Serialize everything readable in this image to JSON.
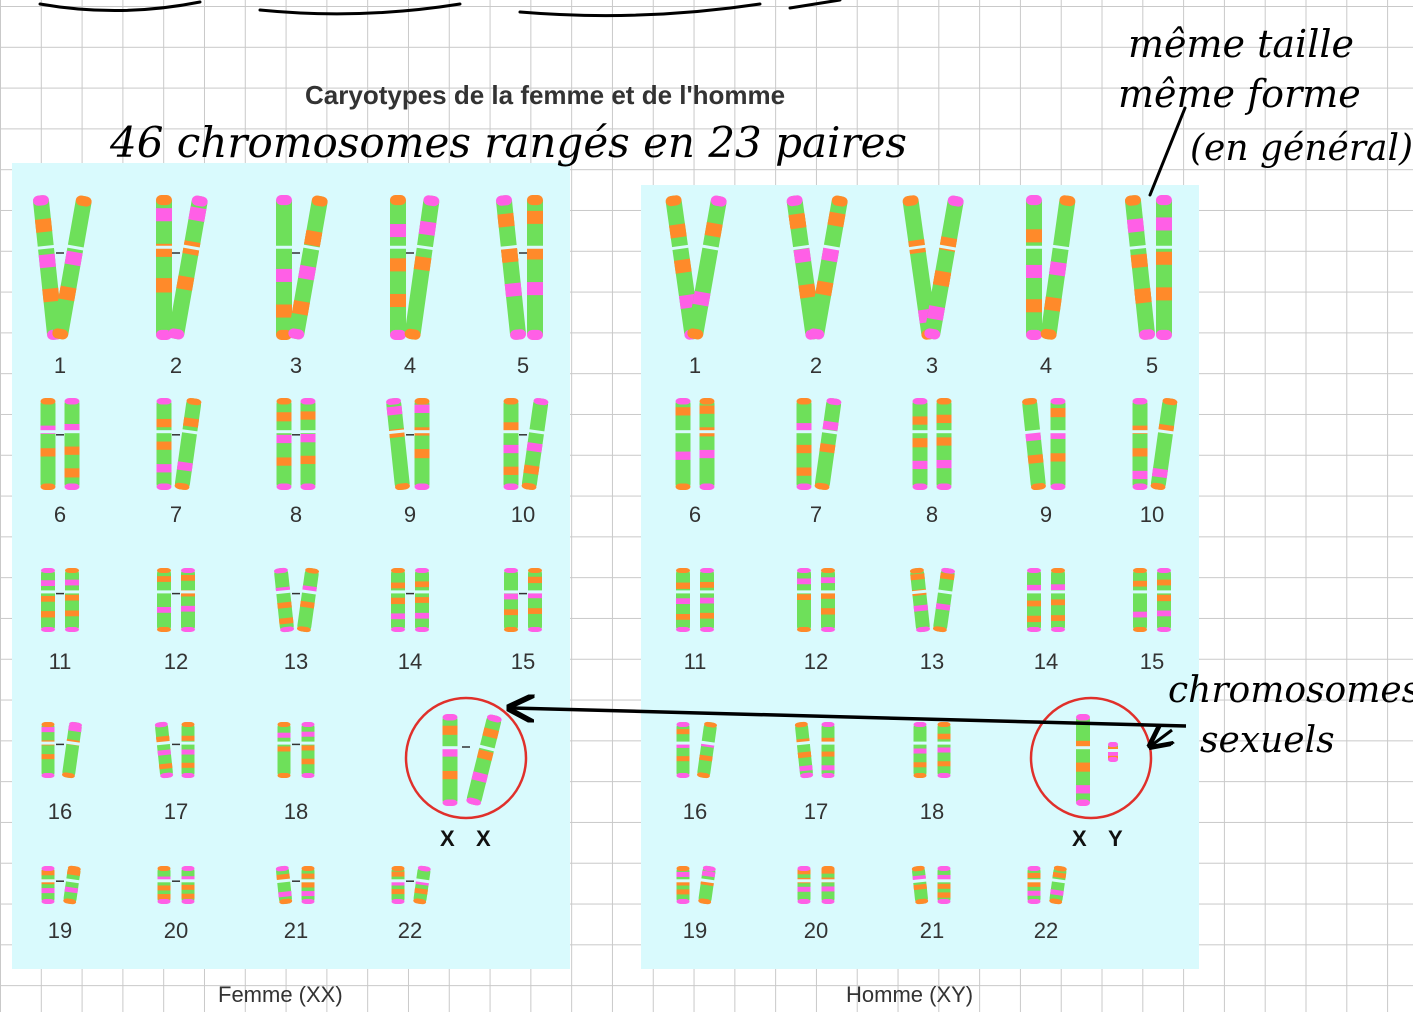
{
  "header": {
    "title": "Caryotypes de la femme et de l'homme"
  },
  "annotations": {
    "main_note": "46 chromosomes rangés en 23 paires",
    "note_right": [
      "même taille",
      "même forme",
      "(en général)"
    ],
    "sex_note": [
      "chromosomes",
      "sexuels"
    ]
  },
  "karyotypes": [
    {
      "id": "femme",
      "caption": "Femme (XX)",
      "pair_numbers": [
        "1",
        "2",
        "3",
        "4",
        "5",
        "6",
        "7",
        "8",
        "9",
        "10",
        "11",
        "12",
        "13",
        "14",
        "15",
        "16",
        "17",
        "18",
        "19",
        "20",
        "21",
        "22"
      ],
      "sex_labels": [
        "X",
        "X"
      ]
    },
    {
      "id": "homme",
      "caption": "Homme (XY)",
      "pair_numbers": [
        "1",
        "2",
        "3",
        "4",
        "5",
        "6",
        "7",
        "8",
        "9",
        "10",
        "11",
        "12",
        "13",
        "14",
        "15",
        "16",
        "17",
        "18",
        "19",
        "20",
        "21",
        "22"
      ],
      "sex_labels": [
        "X",
        "Y"
      ]
    }
  ],
  "colors": {
    "panel": "#d9fafd",
    "green": "#6ee05a",
    "orange": "#ff8a2a",
    "magenta": "#ff5fe6",
    "circle": "#e0302b",
    "grid": "#c9c9c9"
  }
}
